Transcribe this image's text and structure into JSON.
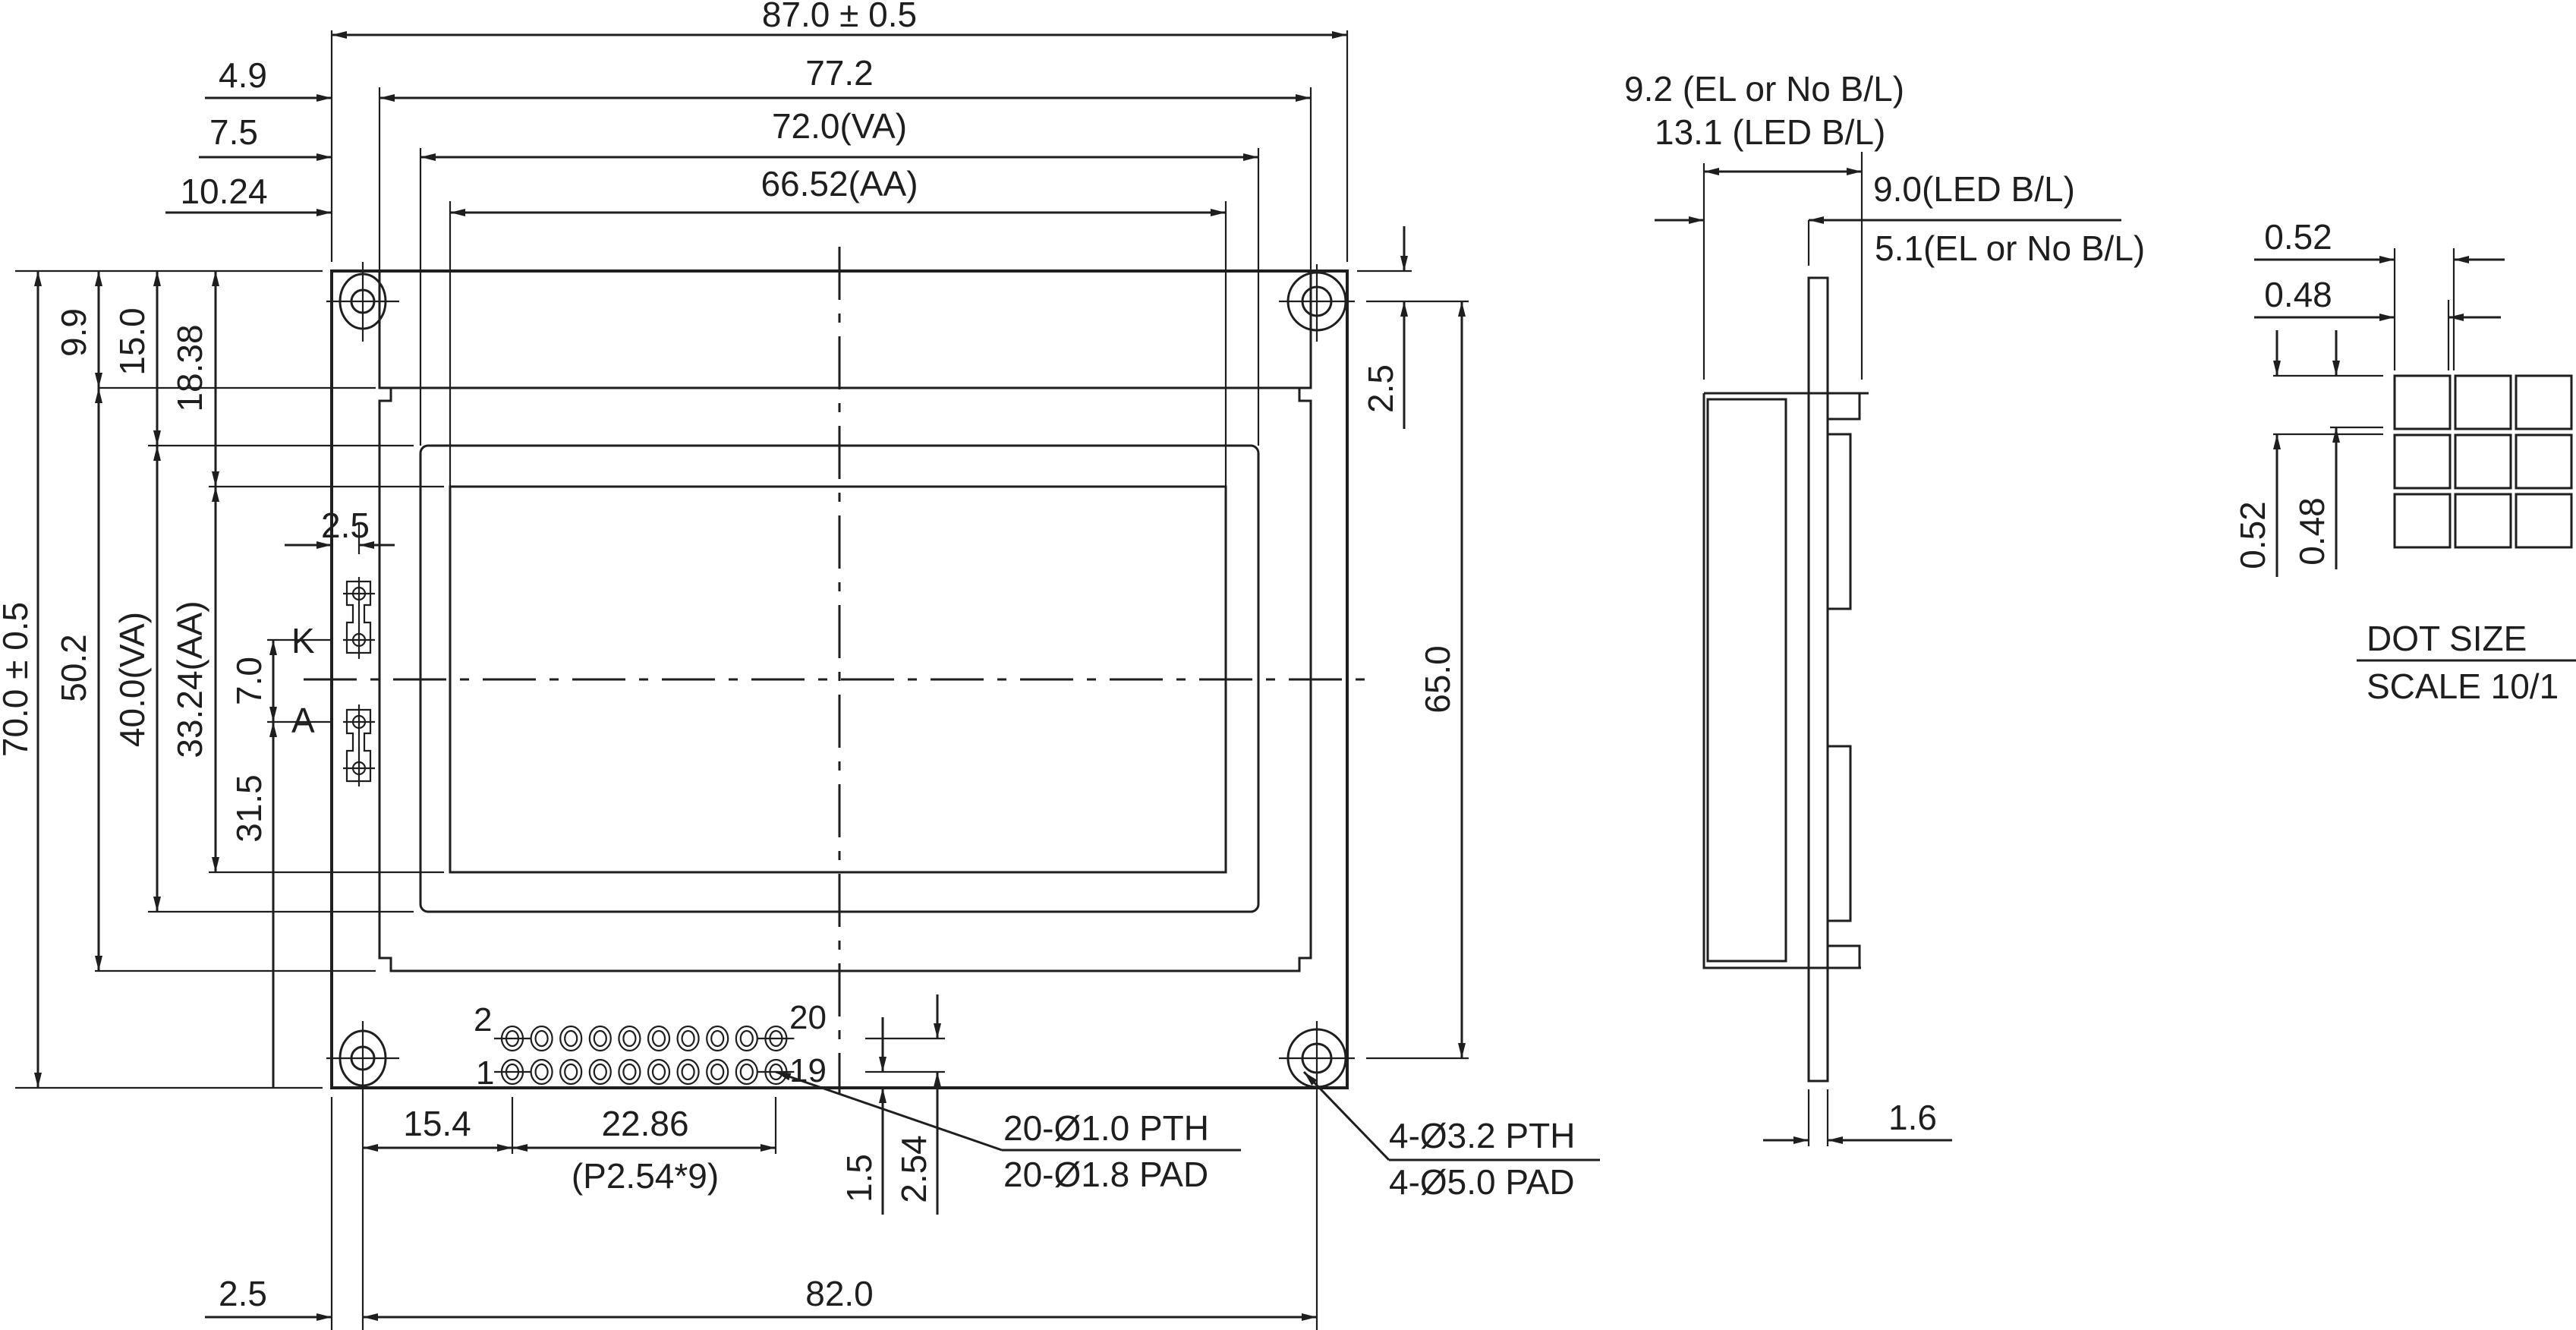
{
  "drawing": {
    "title": "LCD module mechanical outline drawing",
    "line_color": "#1e1e1e",
    "background": "#ffffff"
  },
  "front_view": {
    "horizontal_dims": {
      "overall": "87.0 ± 0.5",
      "bezel": "77.2",
      "viewing_area": "72.0(VA)",
      "active_area": "66.52(AA)",
      "bezel_offset": "4.9",
      "va_offset": "7.5",
      "aa_offset": "10.24"
    },
    "vertical_dims": {
      "overall": "70.0 ± 0.5",
      "bezel": "50.2",
      "viewing_area": "40.0(VA)",
      "active_area": "33.24(AA)",
      "bezel_offset": "9.9",
      "va_offset": "15.0",
      "aa_offset": "18.38",
      "hole_spacing": "65.0",
      "hole_offset": "2.5"
    },
    "backlight": {
      "pad_offset": "2.5",
      "pad_spacing": "7.0",
      "pad_height": "31.5",
      "cathode_label": "K",
      "anode_label": "A"
    },
    "connector": {
      "pin_labels": {
        "top_left": "2",
        "bottom_left": "1",
        "top_right": "20",
        "bottom_right": "19"
      },
      "offset_x": "15.4",
      "span": "22.86",
      "pitch_note": "(P2.54*9)",
      "offset_y": "1.5",
      "row_pitch": "2.54",
      "pth_note": "20-Ø1.0 PTH",
      "pad_note": "20-Ø1.8 PAD"
    },
    "mounting": {
      "hole_offset": "2.5",
      "hole_spacing": "82.0",
      "pth_note": "4-Ø3.2 PTH",
      "pad_note": "4-Ø5.0 PAD"
    }
  },
  "side_view": {
    "total_el": "9.2 (EL or No B/L)",
    "total_led": "13.1 (LED B/L)",
    "led_depth": "9.0(LED B/L)",
    "el_depth": "5.1(EL or No B/L)",
    "pcb_thickness": "1.6"
  },
  "dot_detail": {
    "pitch_x": "0.52",
    "size_x": "0.48",
    "pitch_y": "0.52",
    "size_y": "0.48",
    "title": "DOT SIZE",
    "scale": "SCALE 10/1"
  }
}
